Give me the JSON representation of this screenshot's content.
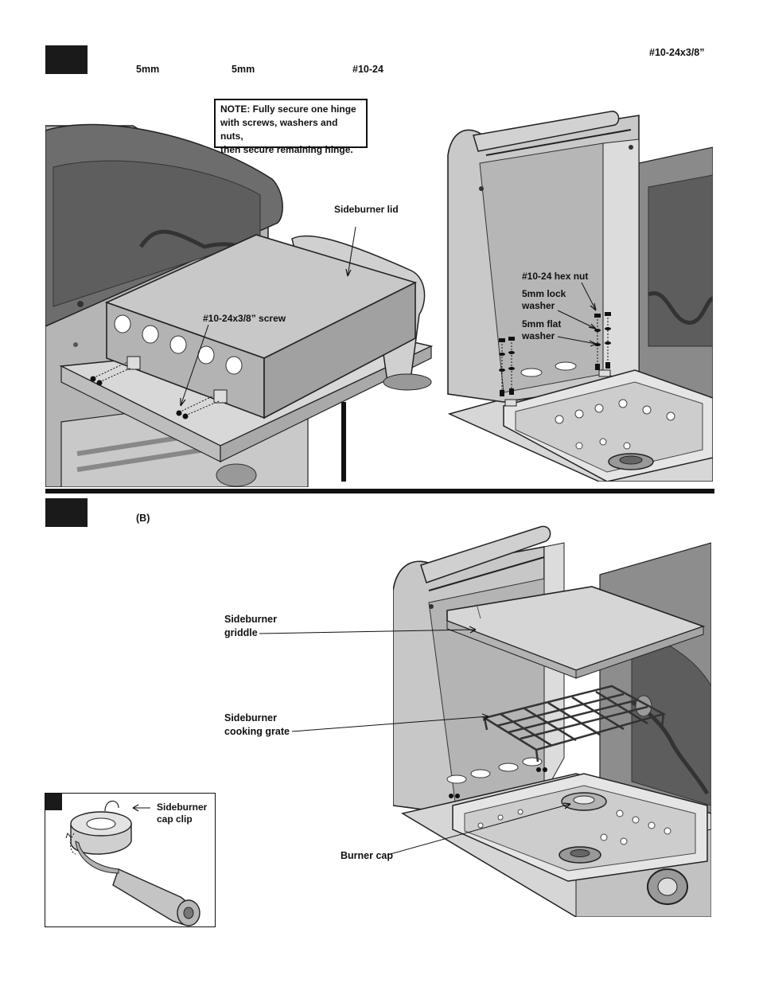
{
  "step1": {
    "spec_screw": "#10-24x3/8”",
    "spec_lock_washer": "5mm",
    "spec_flat_washer": "5mm",
    "spec_nut": "#10-24",
    "note": [
      "NOTE: Fully secure one hinge",
      "with screws, washers and nuts,",
      "then secure remaining hinge."
    ],
    "labels": {
      "sideburner_lid": "Sideburner lid",
      "screw": "#10-24x3/8” screw",
      "hex_nut": "#10-24 hex nut",
      "lock_washer": [
        "5mm lock",
        "washer"
      ],
      "flat_washer": [
        "5mm flat",
        "washer"
      ]
    }
  },
  "step2": {
    "ref": "(B)",
    "labels": {
      "griddle": [
        "Sideburner",
        "griddle"
      ],
      "grate": [
        "Sideburner",
        "cooking grate"
      ],
      "burner_cap": "Burner cap",
      "cap_clip": [
        "Sideburner",
        "cap clip"
      ]
    }
  },
  "colors": {
    "ink": "#111111",
    "panel": "#b9b9b9",
    "panel_dark": "#6f6f6f",
    "panel_light": "#dcdcdc"
  }
}
